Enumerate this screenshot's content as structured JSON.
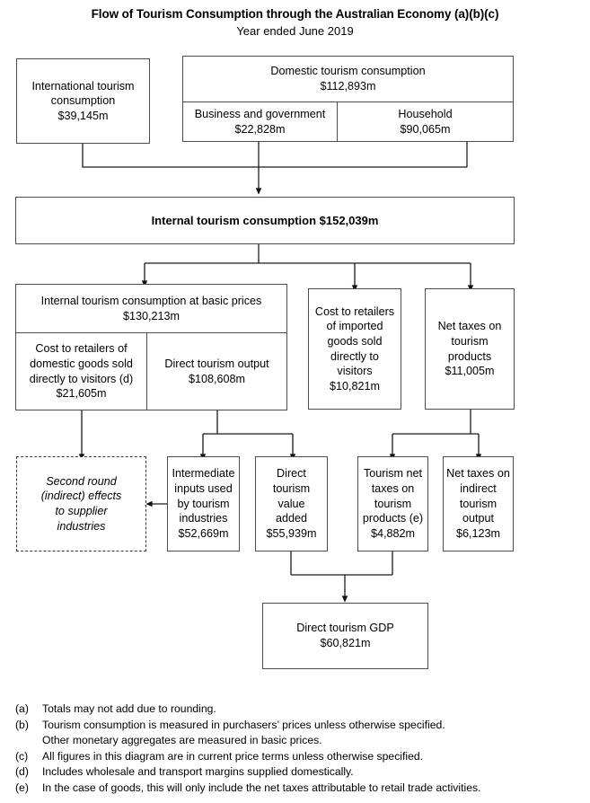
{
  "header": {
    "title": "Flow of Tourism Consumption through the Australian Economy (a)(b)(c)",
    "subtitle": "Year ended June 2019"
  },
  "boxes": {
    "international": {
      "label": "International tourism consumption",
      "line1": "International tourism",
      "line2": "consumption",
      "value": "$39,145m"
    },
    "domestic": {
      "label": "Domestic tourism consumption",
      "value": "$112,893m"
    },
    "business_government": {
      "label": "Business and government",
      "value": "$22,828m"
    },
    "household": {
      "label": "Household",
      "value": "$90,065m"
    },
    "internal_consumption": {
      "label": "Internal tourism consumption $152,039m"
    },
    "internal_basic_prices": {
      "label": "Internal tourism consumption at basic prices",
      "value": "$130,213m"
    },
    "cost_domestic_goods": {
      "line1": "Cost to retailers of",
      "line2": "domestic goods sold",
      "line3": "directly to visitors (d)",
      "value": "$21,605m"
    },
    "direct_tourism_output": {
      "label": "Direct tourism output",
      "value": "$108,608m"
    },
    "cost_imported_goods": {
      "line1": "Cost to retailers",
      "line2": "of imported",
      "line3": "goods sold",
      "line4": "directly to",
      "line5": "visitors",
      "value": "$10,821m"
    },
    "net_taxes_products": {
      "line1": "Net taxes on",
      "line2": "tourism",
      "line3": "products",
      "value": "$11,005m"
    },
    "second_round": {
      "line1": "Second round",
      "line2": "(indirect) effects",
      "line3": "to supplier",
      "line4": "industries"
    },
    "intermediate_inputs": {
      "line1": "Intermediate",
      "line2": "inputs used",
      "line3": "by tourism",
      "line4": "industries",
      "value": "$52,669m"
    },
    "direct_value_added": {
      "line1": "Direct",
      "line2": "tourism",
      "line3": "value",
      "line4": "added",
      "value": "$55,939m"
    },
    "tourism_net_taxes": {
      "line1": "Tourism net",
      "line2": "taxes on",
      "line3": "tourism",
      "line4": "products (e)",
      "value": "$4,882m"
    },
    "net_taxes_indirect": {
      "line1": "Net taxes on",
      "line2": "indirect",
      "line3": "tourism",
      "line4": "output",
      "value": "$6,123m"
    },
    "direct_gdp": {
      "label": "Direct tourism GDP",
      "value": "$60,821m"
    }
  },
  "notes": [
    {
      "key": "(a)",
      "text": "Totals may not add due to rounding."
    },
    {
      "key": "(b)",
      "text": "Tourism consumption is measured in purchasers’ prices unless otherwise specified.",
      "cont": "Other monetary aggregates are measured in basic prices."
    },
    {
      "key": "(c)",
      "text": "All figures in this diagram are in current price terms unless otherwise specified."
    },
    {
      "key": "(d)",
      "text": "Includes wholesale and transport margins supplied domestically."
    },
    {
      "key": "(e)",
      "text": "In the case of goods, this will only include the net taxes attributable to retail trade activities."
    }
  ],
  "colors": {
    "border": "#4d4d4d",
    "line": "#1a1a1a",
    "background": "#ffffff"
  }
}
